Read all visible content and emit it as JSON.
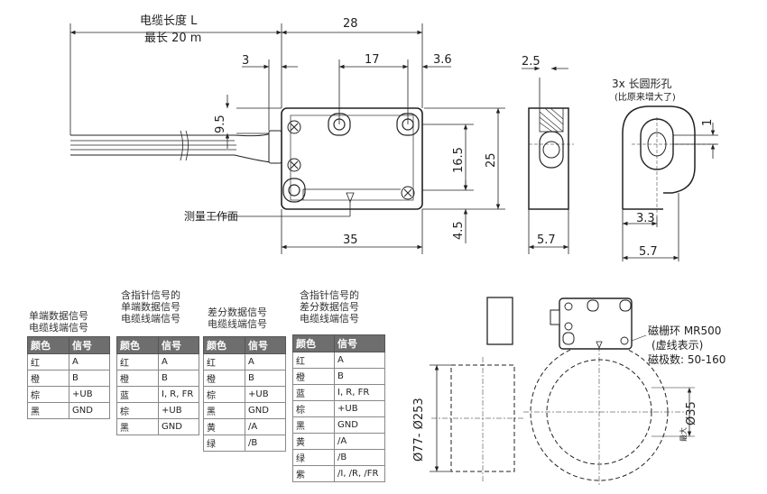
{
  "top_view": {
    "cable_label_line1": "电缆长度 L",
    "cable_label_line2": "最长 20 m",
    "dim_28": "28",
    "dim_3": "3",
    "dim_17": "17",
    "dim_3_6": "3.6",
    "dim_9_5": "9.5",
    "dim_16_5": "16.5",
    "dim_25": "25",
    "dim_4_5": "4.5",
    "dim_35": "35",
    "measuring_face": "测量工作面"
  },
  "side_view": {
    "dim_2_5": "2.5",
    "dim_5_7": "5.7"
  },
  "detail_view": {
    "title": "3x 长圆形孔",
    "subtitle": "(比原来增大了)",
    "dim_1": "1",
    "dim_3_3": "3.3",
    "dim_5_7": "5.7"
  },
  "tables": [
    {
      "caption": [
        "单端数据信号",
        "电缆线端信号"
      ],
      "headers": [
        "颜色",
        "信号"
      ],
      "rows": [
        [
          "红",
          "A"
        ],
        [
          "橙",
          "B"
        ],
        [
          "棕",
          "+UB"
        ],
        [
          "黑",
          "GND"
        ]
      ]
    },
    {
      "caption": [
        "含指针信号的",
        "单端数据信号",
        "电缆线端信号"
      ],
      "headers": [
        "颜色",
        "信号"
      ],
      "rows": [
        [
          "红",
          "A"
        ],
        [
          "橙",
          "B"
        ],
        [
          "蓝",
          "I, R, FR"
        ],
        [
          "棕",
          "+UB"
        ],
        [
          "黑",
          "GND"
        ]
      ]
    },
    {
      "caption": [
        "差分数据信号",
        "电缆线端信号"
      ],
      "headers": [
        "颜色",
        "信号"
      ],
      "rows": [
        [
          "红",
          "A"
        ],
        [
          "橙",
          "B"
        ],
        [
          "棕",
          "+UB"
        ],
        [
          "黑",
          "GND"
        ],
        [
          "黄",
          "/A"
        ],
        [
          "绿",
          "/B"
        ]
      ]
    },
    {
      "caption": [
        "含指针信号的",
        "差分数据信号",
        "电缆线端信号"
      ],
      "headers": [
        "颜色",
        "信号"
      ],
      "rows": [
        [
          "红",
          "A"
        ],
        [
          "橙",
          "B"
        ],
        [
          "蓝",
          "I, R, FR"
        ],
        [
          "棕",
          "+UB"
        ],
        [
          "黑",
          "GND"
        ],
        [
          "黄",
          "/A"
        ],
        [
          "绿",
          "/B"
        ],
        [
          "紫",
          "/I, /R, /FR"
        ]
      ]
    }
  ],
  "ring_view": {
    "dim_outer": "Ø77- Ø253",
    "ring_label": "磁栅环 MR500",
    "ring_sub": "(虚线表示)",
    "poles": "磁极数: 50-160",
    "max_label": "最大",
    "dim_inner": "Ø35"
  }
}
